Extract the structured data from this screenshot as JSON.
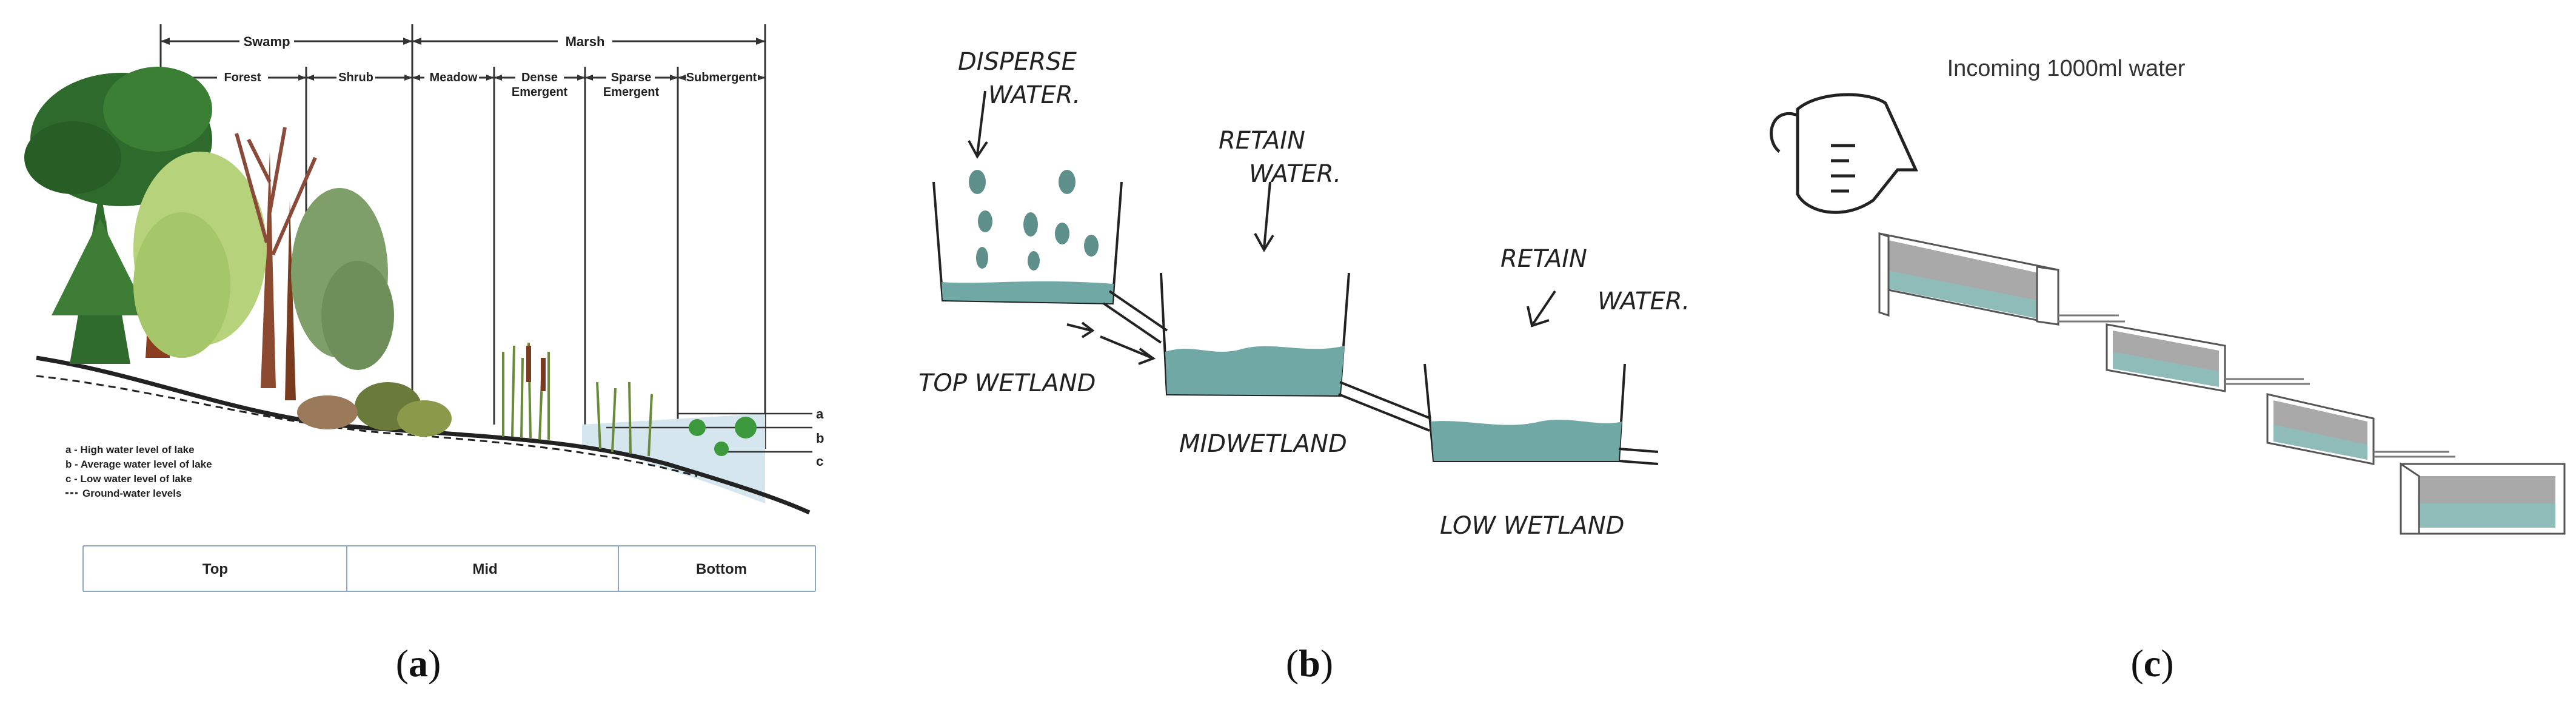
{
  "panel_a": {
    "top_zones": {
      "swamp": "Swamp",
      "marsh": "Marsh"
    },
    "sub_zones": {
      "forest": "Forest",
      "shrub": "Shrub",
      "meadow": "Meadow",
      "dense_emergent_1": "Dense",
      "dense_emergent_2": "Emergent",
      "sparse_emergent_1": "Sparse",
      "sparse_emergent_2": "Emergent",
      "submergent": "Submergent"
    },
    "level_letters": {
      "a": "a",
      "b": "b",
      "c": "c"
    },
    "legend": {
      "a": "a - High water level of lake",
      "b": "b - Average water level of lake",
      "c": "c - Low water level of lake",
      "d": "Ground-water levels"
    },
    "bottom_table": {
      "top": "Top",
      "mid": "Mid",
      "bottom": "Bottom"
    },
    "caption": "(a)"
  },
  "panel_b": {
    "disperse": {
      "line1": "DISPERSE",
      "line2": "WATER."
    },
    "retain_mid": {
      "line1": "RETAIN",
      "line2": "WATER."
    },
    "retain_low": {
      "line1": "RETAIN",
      "line2": "WATER."
    },
    "top_wetland": "TOP WETLAND",
    "mid_wetland": "MIDWETLAND",
    "low_wetland": "LOW WETLAND",
    "caption": "(b)"
  },
  "panel_c": {
    "incoming": "Incoming 1000ml water",
    "caption": "(c)"
  },
  "colors": {
    "teal_water": "#8fbcb9",
    "sketch_water": "#6fa8a4",
    "ink": "#222222",
    "box_grey": "#a9a9a9"
  }
}
